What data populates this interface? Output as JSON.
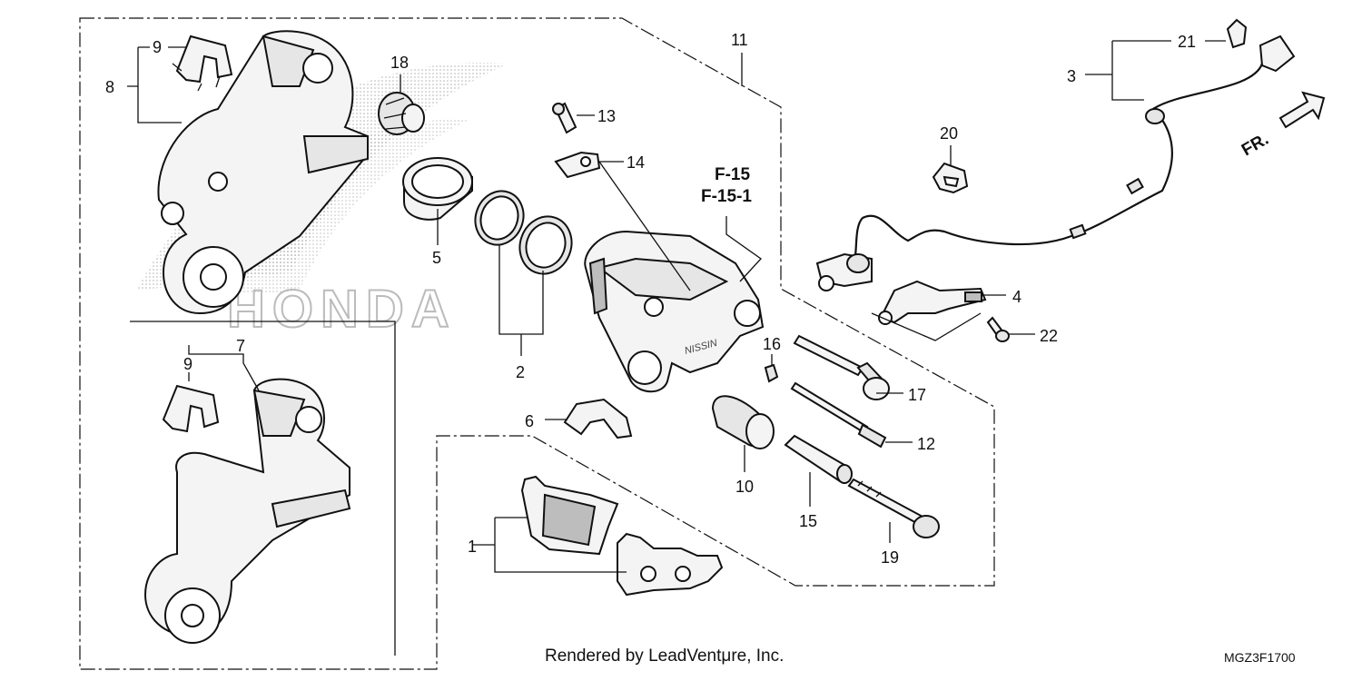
{
  "diagram": {
    "callouts": [
      "1",
      "2",
      "3",
      "4",
      "5",
      "6",
      "7",
      "8",
      "9",
      "9",
      "10",
      "11",
      "12",
      "13",
      "14",
      "15",
      "16",
      "17",
      "18",
      "19",
      "20",
      "21",
      "22"
    ],
    "references": [
      "F-15",
      "F-15-1"
    ],
    "direction_label": "FR.",
    "watermark": "HONDA",
    "credit": "Rendered by LeadVentμre, Inc.",
    "drawing_code": "MGZ3F1700"
  }
}
